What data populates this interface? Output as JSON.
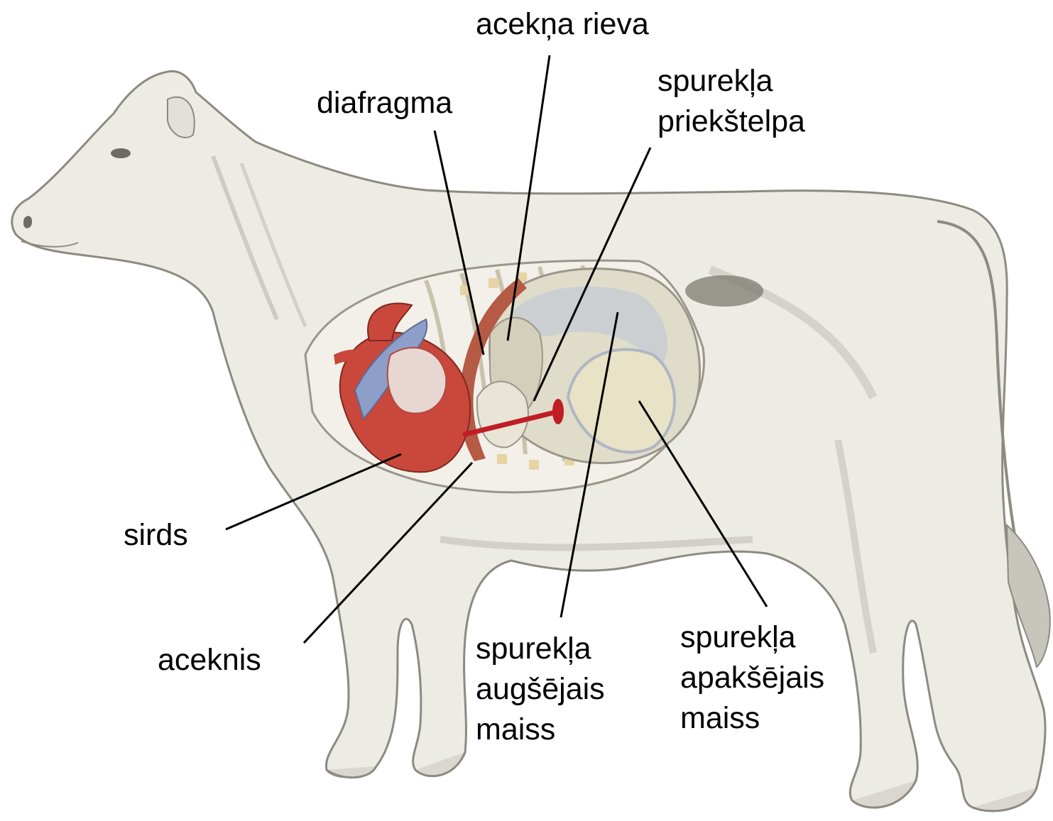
{
  "labels": {
    "acekna_rieva": "acekņa rieva",
    "diafragma": "diafragma",
    "spurekla_priekstelpa": [
      "spurekļa",
      "priekštelpa"
    ],
    "sirds": "sirds",
    "aceknis": "aceknis",
    "spurekla_augsejais_maiss": [
      "spurekļa",
      "augšējais",
      "maiss"
    ],
    "spurekla_apaksejais_maiss": [
      "spurekļa",
      "apakšējais",
      "maiss"
    ]
  },
  "colors": {
    "background": "#ffffff",
    "body": "#ecebe4",
    "outline": "#8d8a80",
    "shading": "#b9b6ad",
    "heart": "#c9473b",
    "vein": "#8d9ec9",
    "diaphragm": "#b55a44",
    "rumen": "#dfdcca",
    "rumen_shade": "#aeb6c3",
    "ribs": "#f3ecd8",
    "nail": "#c01d26",
    "leader": "#000000"
  }
}
